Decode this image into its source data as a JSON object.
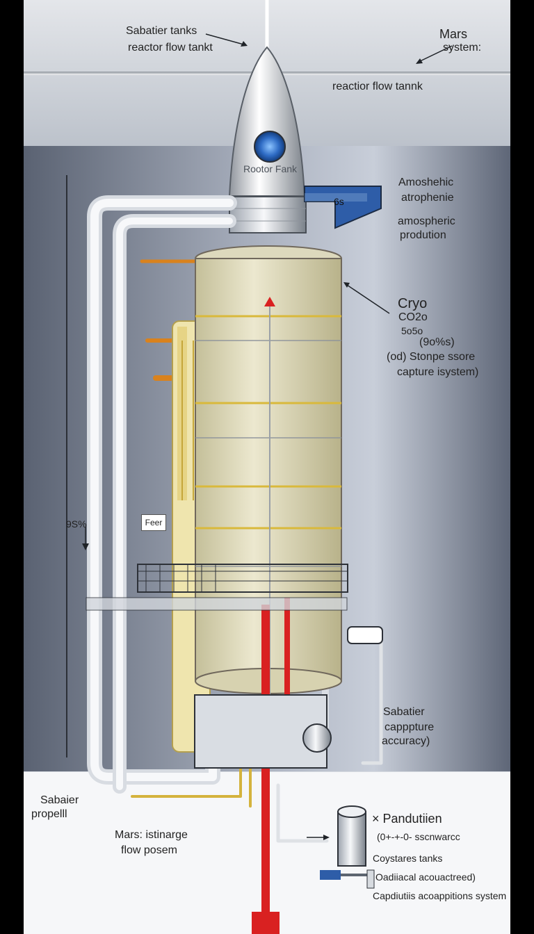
{
  "labels": {
    "top_left_line1": "Sabatier tanks",
    "top_left_line2": "reactor flow tankt",
    "top_right_line1": "Mars",
    "top_right_line2": "system:",
    "top_center": "reactior flow tannk",
    "rocket_label": "Rootor Fank",
    "bracket_label": "6s",
    "right_upper_line1": "Amoshehic",
    "right_upper_line2": "atrophenie",
    "right_upper_line3": "amospheric",
    "right_upper_line4": "prodution",
    "right_middle_line1": "Cryo",
    "right_middle_line2": "CO2o",
    "right_middle_line3": "5o5o",
    "right_middle_line4": "(9o%s)",
    "right_middle_line5": "(od) Stonpe ssore",
    "right_middle_line6": "capture isystem)",
    "left_side_percent": "9S%",
    "left_feed_box": "Feer",
    "lower_right_line1": "Sabatier",
    "lower_right_line2": "capppture",
    "lower_right_line3": "accuracy)",
    "bottom_left_line1": "Sabaier",
    "bottom_left_line2": "propelll",
    "bottom_center_line1": "Mars: istinarge",
    "bottom_center_line2": "flow posem",
    "bottom_right_line1": "× Pandutiien",
    "bottom_right_line2": "(0+-+-0- sscnwarcc",
    "bottom_right_line3": "Coystares tanks",
    "bottom_right_line4": "Oadiiacal acouactreed)",
    "bottom_right_line5": "Capdiutiis acoappitions system"
  },
  "colors": {
    "panel_dark": "#5a6272",
    "panel_light": "#c8ced9",
    "tank": "#e8e5c9",
    "tank_shade": "#cfc9a4",
    "yellow": "#e4c94a",
    "red": "#d92121",
    "orange": "#d9821d",
    "blue": "#2e5da8",
    "pipe": "#e6e8ec"
  },
  "icons": {
    "rocket": "rocket-icon",
    "globe": "globe-icon",
    "pump": "pump-icon"
  }
}
